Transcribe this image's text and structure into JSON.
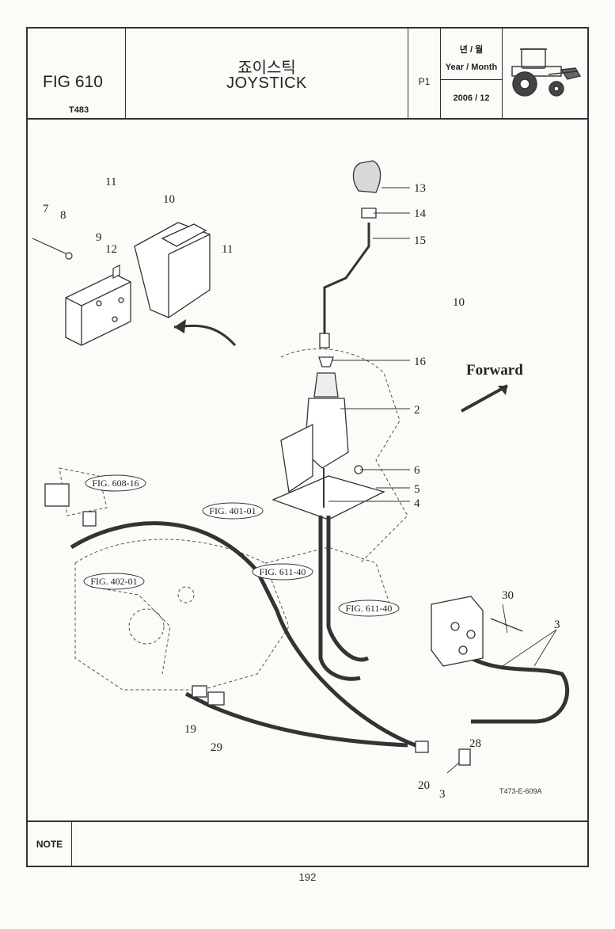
{
  "header": {
    "fig_number": "FIG 610",
    "fig_code": "T483",
    "title_korean": "죠이스틱",
    "title_english": "JOYSTICK",
    "page_code": "P1",
    "year_month_korean": "년 / 월",
    "year_month_english": "Year / Month",
    "date": "2006 / 12"
  },
  "diagram": {
    "direction_label": "Forward",
    "drawing_code": "T473-E-609A",
    "callouts": [
      "13",
      "14",
      "15",
      "10",
      "16",
      "2",
      "6",
      "5",
      "4",
      "11",
      "10",
      "7",
      "8",
      "9",
      "12",
      "11",
      "30",
      "3",
      "28",
      "20",
      "3",
      "19",
      "29"
    ],
    "figure_refs": [
      "FIG. 608-16",
      "FIG. 401-01",
      "FIG. 611-40",
      "FIG. 402-01",
      "FIG. 611-40"
    ]
  },
  "note": {
    "label": "NOTE"
  },
  "footer": {
    "page_number": "192"
  }
}
